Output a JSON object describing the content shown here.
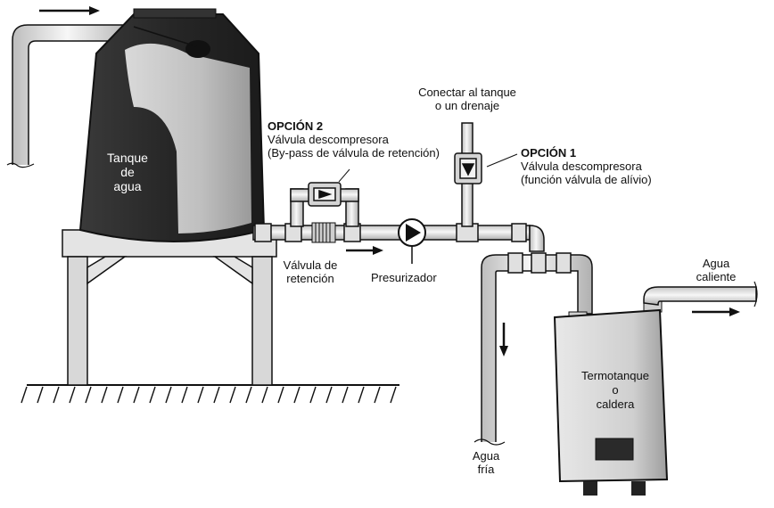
{
  "tank": {
    "line1": "Tanque",
    "line2": "de",
    "line3": "agua"
  },
  "option1": {
    "title": "OPCIÓN 1",
    "line1": "Válvula descompresora",
    "line2": "(función válvula de alívio)"
  },
  "option2": {
    "title": "OPCIÓN 2",
    "line1": "Válvula descompresora",
    "line2": "(By-pass de válvula de retención)"
  },
  "connect": {
    "line1": "Conectar al tanque",
    "line2": "o un drenaje"
  },
  "check_valve": {
    "line1": "Válvula de",
    "line2": "retención"
  },
  "pump": {
    "label": "Presurizador"
  },
  "cold_water": {
    "line1": "Agua",
    "line2": "fría"
  },
  "hot_water": {
    "line1": "Agua",
    "line2": "caliente"
  },
  "heater": {
    "line1": "Termotanque",
    "line2": "o",
    "line3": "caldera"
  },
  "colors": {
    "tank": "#2b2b2b",
    "pipe": "#e6e6e6",
    "heater": "#d9d9d9",
    "stroke": "#1a1a1a"
  }
}
